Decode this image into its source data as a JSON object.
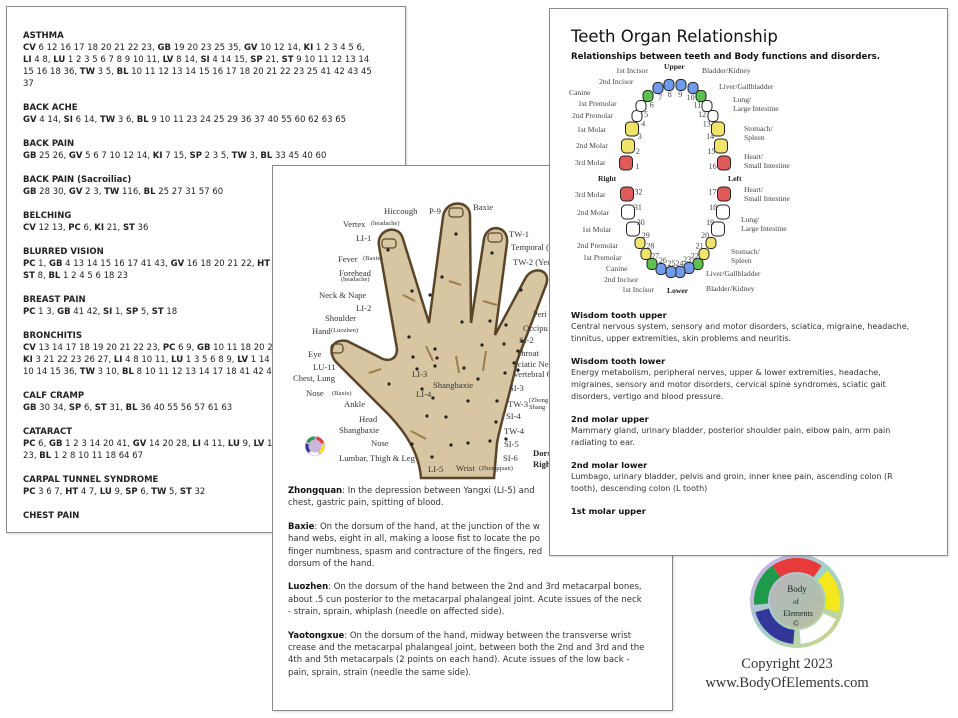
{
  "acupoints_page": {
    "entries": [
      {
        "title": "ASTHMA",
        "lines": [
          [
            [
              "CV",
              " 6 12 16 17 18 20 21 22 23, "
            ],
            [
              "GB",
              " 19 20 23 25 35, "
            ],
            [
              "GV",
              " 10 12 14, "
            ],
            [
              "KI",
              " 1 2 3 4 5 6,"
            ]
          ],
          [
            [
              "LI",
              " 4 8, "
            ],
            [
              "LU",
              " 1 2 3 5 6 7 8 9 10 11, "
            ],
            [
              "LV",
              " 8 14, "
            ],
            [
              "SI",
              " 4 14 15, "
            ],
            [
              "SP",
              " 21, "
            ],
            [
              "ST",
              " 9 10 11 12 13 14"
            ]
          ],
          [
            [
              "",
              "15 16 18 36, "
            ],
            [
              "TW",
              " 3 5, "
            ],
            [
              "BL",
              " 10 11 12 13 14 15 16 17 18 20 21 22 23 25 41 42 43 45"
            ]
          ],
          [
            [
              "",
              "37"
            ]
          ]
        ]
      },
      {
        "title": "BACK ACHE",
        "lines": [
          [
            [
              "GV",
              " 4 14, "
            ],
            [
              "SI",
              " 6 14, "
            ],
            [
              "TW",
              " 3 6, "
            ],
            [
              "BL",
              " 9 10 11 23 24 25 29 36 37 40 55 60 62 63 65"
            ]
          ]
        ]
      },
      {
        "title": "BACK PAIN",
        "lines": [
          [
            [
              "GB",
              " 25 26, "
            ],
            [
              "GV",
              " 5 6 7 10 12 14, "
            ],
            [
              "KI",
              " 7 15, "
            ],
            [
              "SP",
              " 2 3 5, "
            ],
            [
              "TW",
              " 3, "
            ],
            [
              "BL",
              " 33 45 40 60"
            ]
          ]
        ]
      },
      {
        "title": "BACK PAIN (Sacroiliac)",
        "lines": [
          [
            [
              "GB",
              " 28 30, "
            ],
            [
              "GV",
              " 2 3, "
            ],
            [
              "TW",
              " 116, "
            ],
            [
              "BL",
              " 25 27 31 57 60"
            ]
          ]
        ]
      },
      {
        "title": "BELCHING",
        "lines": [
          [
            [
              "CV",
              " 12 13, "
            ],
            [
              "PC",
              " 6, "
            ],
            [
              "KI",
              " 21, "
            ],
            [
              "ST",
              " 36"
            ]
          ]
        ]
      },
      {
        "title": "BLURRED VISION",
        "lines": [
          [
            [
              "PC",
              " 1, "
            ],
            [
              "GB",
              " 4 13 14 15 16 17 41 43, "
            ],
            [
              "GV",
              " 16 18 20 21 22, "
            ],
            [
              "HT",
              ""
            ]
          ],
          [
            [
              "ST",
              " 8, "
            ],
            [
              "BL",
              " 1 2 4 5 6 18 23"
            ]
          ]
        ]
      },
      {
        "title": "BREAST PAIN",
        "lines": [
          [
            [
              "PC",
              " 1 3, "
            ],
            [
              "GB",
              " 41 42, "
            ],
            [
              "SI",
              " 1, "
            ],
            [
              "SP",
              " 5, "
            ],
            [
              "ST",
              " 18"
            ]
          ]
        ]
      },
      {
        "title": "BRONCHITIS",
        "lines": [
          [
            [
              "CV",
              " 13 14 17 18 19 20 21 22 23, "
            ],
            [
              "PC",
              " 6 9, "
            ],
            [
              "GB",
              " 10 11 18 20 2"
            ]
          ],
          [
            [
              "KI",
              " 3 21 22 23 26 27, "
            ],
            [
              "LI",
              " 4 8 10 11, "
            ],
            [
              "LU",
              " 1 3 5 6 8 9, "
            ],
            [
              "LV",
              " 1 14"
            ]
          ],
          [
            [
              "",
              "10 14 15 36, "
            ],
            [
              "TW",
              " 3 10, "
            ],
            [
              "BL",
              " 8 10 11 12 13 14 17 18 41 42 4"
            ]
          ]
        ]
      },
      {
        "title": "CALF CRAMP",
        "lines": [
          [
            [
              "GB",
              " 30 34, "
            ],
            [
              "SP",
              " 6, "
            ],
            [
              "ST",
              " 31, "
            ],
            [
              "BL",
              " 36 40 55 56 57 61 63"
            ]
          ]
        ]
      },
      {
        "title": "CATARACT",
        "lines": [
          [
            [
              "PC",
              " 6, "
            ],
            [
              "GB",
              " 1 2 3 14 20 41, "
            ],
            [
              "GV",
              " 14 20 28, "
            ],
            [
              "LI",
              " 4 11, "
            ],
            [
              "LU",
              " 9, "
            ],
            [
              "LV",
              " 1"
            ]
          ],
          [
            [
              "",
              "23, "
            ],
            [
              "BL",
              " 1 2 8 10 11 18 64 67"
            ]
          ]
        ]
      },
      {
        "title": "CARPAL TUNNEL SYNDROME",
        "lines": [
          [
            [
              "PC",
              " 3 6 7, "
            ],
            [
              "HT",
              " 4 7, "
            ],
            [
              "LU",
              " 9, "
            ],
            [
              "SP",
              " 6, "
            ],
            [
              "TW",
              " 5, "
            ],
            [
              "ST",
              " 32"
            ]
          ]
        ]
      },
      {
        "title": "CHEST PAIN",
        "lines": []
      }
    ]
  },
  "hand_page": {
    "labels": [
      "Hiccough",
      "P-9",
      "Baxie",
      "Vertex",
      "(headache)",
      "TW-1",
      "LI-1",
      "Temporal (",
      "Fever",
      "(Baxie)",
      "TW-2 (Yen",
      "Forehead",
      "(headache)",
      "Neck & Nape",
      "LI-2",
      "Shoulder",
      "Hand",
      "(Luozhen)",
      "Peri",
      "Occipu",
      "SI-2",
      "Throat",
      "Sciatic Ne",
      "Vertebral C",
      "SI-3",
      "TW-3",
      "(Zhong",
      "Shang",
      "SI-4",
      "TW-4",
      "SI-5",
      "SI-6",
      "Wrist",
      "(Zhongquan)",
      "LI-5",
      "Lumbar, Thigh & Leg",
      "Nose",
      "Shangbaxie",
      "Head",
      "Ankle",
      "Nose",
      "(Baxie)",
      "Chest, Lung",
      "LU-11",
      "Eye",
      "LI-3",
      "LI-4",
      "Shangbaxie",
      "Dors",
      "Righ"
    ],
    "skin_color": "#d8c6a2",
    "outline_color": "#5b4528",
    "paragraphs": [
      {
        "term": "Zhongquan",
        "lines": [
          ": In the depression between Yangxi (LI-5) and",
          "chest, gastric pain, spitting of blood."
        ]
      },
      {
        "term": "Baxie",
        "lines": [
          ": On the dorsum of the hand, at the junction of the w",
          "hand webs, eight in all, making a loose fist to locate the po",
          "finger numbness, spasm and contracture of the fingers, red",
          "dorsum of the hand."
        ]
      },
      {
        "term": "Luozhen",
        "lines": [
          ": On the dorsum of the hand between the 2nd and 3rd metacarpal bones,",
          "about .5 cun posterior to the metacarpal phalangeal joint. Acute issues of the neck",
          "- strain, sprain, whiplash (needle on affected side)."
        ]
      },
      {
        "term": "Yaotongxue",
        "lines": [
          ": On the dorsum of the hand, midway between the transverse wrist",
          "crease and the metacarpal phalangeal joint, between both the 2nd and 3rd and the",
          "4th and 5th metacarpals (2 points on each hand). Acute issues of the low back -",
          "pain, sprain, strain (needle the same side)."
        ]
      }
    ]
  },
  "teeth_page": {
    "title": "Teeth Organ Relationship",
    "subtitle": "Relationships between teeth and Body functions and disorders.",
    "diagram_labels": [
      "Upper",
      "1st Incisor",
      "2nd Incisor",
      "Canine",
      "1st Premolar",
      "2nd Premolar",
      "1st Molar",
      "2nd Molar",
      "3rd Molar",
      "Bladder/Kidney",
      "Liver/Gallbladder",
      "Lung/",
      "Large Intestine",
      "Stomach/",
      "Spleen",
      "Heart/",
      "Small Intestine",
      "Right",
      "Left",
      "3rd Molar",
      "2nd Molar",
      "1st Molar",
      "2nd Premolar",
      "1st Premolar",
      "Canine",
      "2nd Incisor",
      "1st Incisor",
      "Lower",
      "Heart/",
      "Small Intestine",
      "Lung/",
      "Large Intestine",
      "Stomach/",
      "Spleen",
      "Liver/Gallbladder",
      "Bladder/Kidney"
    ],
    "colors": {
      "heart": "#e05a5a",
      "stomach": "#f0e36a",
      "lung": "#ffffff",
      "liver": "#5cc04e",
      "bladder": "#6f9be8"
    },
    "teeth": [
      {
        "n": "1",
        "group": "heart"
      },
      {
        "n": "2",
        "group": "stomach"
      },
      {
        "n": "3",
        "group": "stomach"
      },
      {
        "n": "4",
        "group": "lung"
      },
      {
        "n": "5",
        "group": "lung"
      },
      {
        "n": "6",
        "group": "liver"
      },
      {
        "n": "7",
        "group": "bladder"
      },
      {
        "n": "8",
        "group": "bladder"
      },
      {
        "n": "9",
        "group": "bladder"
      },
      {
        "n": "10",
        "group": "bladder"
      },
      {
        "n": "11",
        "group": "liver"
      },
      {
        "n": "12",
        "group": "lung"
      },
      {
        "n": "13",
        "group": "lung"
      },
      {
        "n": "14",
        "group": "stomach"
      },
      {
        "n": "15",
        "group": "stomach"
      },
      {
        "n": "16",
        "group": "heart"
      },
      {
        "n": "17",
        "group": "heart"
      },
      {
        "n": "18",
        "group": "lung"
      },
      {
        "n": "19",
        "group": "lung"
      },
      {
        "n": "20",
        "group": "stomach"
      },
      {
        "n": "21",
        "group": "stomach"
      },
      {
        "n": "22",
        "group": "liver"
      },
      {
        "n": "23",
        "group": "bladder"
      },
      {
        "n": "24",
        "group": "bladder"
      },
      {
        "n": "25",
        "group": "bladder"
      },
      {
        "n": "26",
        "group": "bladder"
      },
      {
        "n": "27",
        "group": "liver"
      },
      {
        "n": "28",
        "group": "stomach"
      },
      {
        "n": "29",
        "group": "stomach"
      },
      {
        "n": "30",
        "group": "lung"
      },
      {
        "n": "31",
        "group": "lung"
      },
      {
        "n": "32",
        "group": "heart"
      }
    ],
    "sections": [
      {
        "heading": "Wisdom tooth upper",
        "lines": [
          "Central nervous system, sensory and motor disorders, sciatica, migraine, headache,",
          "tinnitus, upper extremities, skin problems and neuritis."
        ]
      },
      {
        "heading": "Wisdom tooth lower",
        "lines": [
          "Energy metabolism, peripheral nerves, upper & lower extremities, headache,",
          "migraines, sensory and motor disorders, cervical spine syndromes, sciatic gait",
          "disorders, vertigo and blood pressure."
        ]
      },
      {
        "heading": "2nd molar upper",
        "lines": [
          "Mammary gland, urinary bladder, posterior shoulder pain, elbow pain, arm pain",
          "radiating to ear."
        ]
      },
      {
        "heading": "2nd molar lower",
        "lines": [
          "Lumbago, urinary bladder, pelvis and groin, inner knee pain, ascending colon (R",
          "tooth), descending colon (L tooth)"
        ]
      },
      {
        "heading": "1st molar upper",
        "lines": []
      }
    ]
  },
  "branding": {
    "logo_text": [
      "Body",
      "of",
      "Elements",
      "©"
    ],
    "logo_colors": [
      "#e83a3a",
      "#f4e81c",
      "#ffffff",
      "#34379a",
      "#1e9a4a"
    ],
    "copyright": "Copyright 2023",
    "website": "www.BodyOfElements.com"
  }
}
